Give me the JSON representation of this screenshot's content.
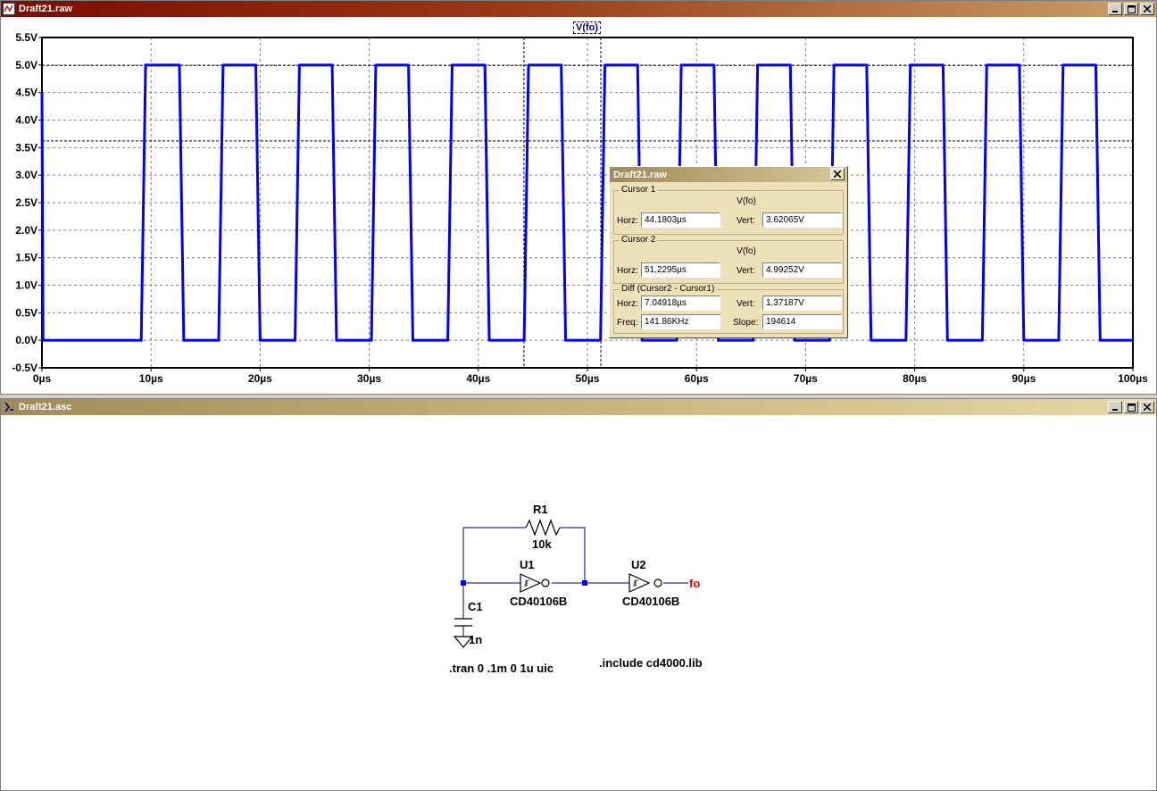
{
  "waveform_window": {
    "title": "Draft21.raw",
    "trace_label": "V(fo)"
  },
  "chart_data": {
    "type": "line",
    "title": "",
    "series": [
      {
        "name": "V(fo)",
        "color": "#0000ff",
        "x": [
          0,
          0.1,
          9.1,
          9.5,
          12.6,
          13.0,
          16.2,
          16.6,
          19.6,
          20.0,
          23.2,
          23.6,
          26.6,
          27.0,
          30.2,
          30.6,
          33.6,
          34.0,
          37.2,
          37.6,
          40.6,
          41.0,
          44.2,
          44.6,
          47.6,
          48.0,
          51.2,
          51.6,
          54.6,
          55.0,
          58.2,
          58.6,
          61.6,
          62.0,
          65.2,
          65.6,
          68.6,
          69.0,
          72.2,
          72.6,
          75.6,
          76.0,
          79.2,
          79.6,
          82.6,
          83.0,
          86.2,
          86.6,
          89.6,
          90.0,
          93.2,
          93.6,
          96.6,
          97.0,
          100
        ],
        "y": [
          4.5,
          0,
          0,
          5,
          5,
          0,
          0,
          5,
          5,
          0,
          0,
          5,
          5,
          0,
          0,
          5,
          5,
          0,
          0,
          5,
          5,
          0,
          0,
          5,
          5,
          0,
          0,
          5,
          5,
          0,
          0,
          5,
          5,
          0,
          0,
          5,
          5,
          0,
          0,
          5,
          5,
          0,
          0,
          5,
          5,
          0,
          0,
          5,
          5,
          0,
          0,
          5,
          5,
          0,
          0
        ]
      }
    ],
    "xlim": [
      0,
      100
    ],
    "ylim": [
      -0.5,
      5.5
    ],
    "x_ticks": [
      0,
      10,
      20,
      30,
      40,
      50,
      60,
      70,
      80,
      90,
      100
    ],
    "x_tick_labels": [
      "0µs",
      "10µs",
      "20µs",
      "30µs",
      "40µs",
      "50µs",
      "60µs",
      "70µs",
      "80µs",
      "90µs",
      "100µs"
    ],
    "y_ticks": [
      5.5,
      5.0,
      4.5,
      4.0,
      3.5,
      3.0,
      2.5,
      2.0,
      1.5,
      1.0,
      0.5,
      0.0,
      -0.5
    ],
    "y_tick_labels": [
      "5.5V",
      "5.0V",
      "4.5V",
      "4.0V",
      "3.5V",
      "3.0V",
      "2.5V",
      "2.0V",
      "1.5V",
      "1.0V",
      "0.5V",
      "0.0V",
      "-0.5V"
    ],
    "grid": true,
    "cursor1": {
      "x": 44.1803,
      "y": 3.62065
    },
    "cursor2": {
      "x": 51.2295,
      "y": 4.99252
    }
  },
  "cursor_dialog": {
    "title": "Draft21.raw",
    "cursor1": {
      "label": "Cursor 1",
      "trace": "V(fo)",
      "horz_label": "Horz:",
      "horz": "44.1803µs",
      "vert_label": "Vert:",
      "vert": "3.62065V"
    },
    "cursor2": {
      "label": "Cursor 2",
      "trace": "V(fo)",
      "horz_label": "Horz:",
      "horz": "51.2295µs",
      "vert_label": "Vert:",
      "vert": "4.99252V"
    },
    "diff": {
      "label": "Diff (Cursor2 - Cursor1)",
      "horz_label": "Horz:",
      "horz": "7.04918µs",
      "vert_label": "Vert:",
      "vert": "1.37187V",
      "freq_label": "Freq:",
      "freq": "141.86KHz",
      "slope_label": "Slope:",
      "slope": "194614"
    }
  },
  "schematic_window": {
    "title": "Draft21.asc",
    "components": {
      "r1_name": "R1",
      "r1_value": "10k",
      "u1_name": "U1",
      "u1_part": "CD40106B",
      "u2_name": "U2",
      "u2_part": "CD40106B",
      "c1_name": "C1",
      "c1_value": "1n",
      "net_fo": "fo"
    },
    "directives": {
      "tran": ".tran 0 .1m 0 1u uic",
      "include": ".include cd4000.lib"
    }
  },
  "colors": {
    "trace": "#0000ff",
    "grid": "#808080",
    "net_label": "#ff0000",
    "wire": "#000080",
    "junction": "#0000ff"
  }
}
